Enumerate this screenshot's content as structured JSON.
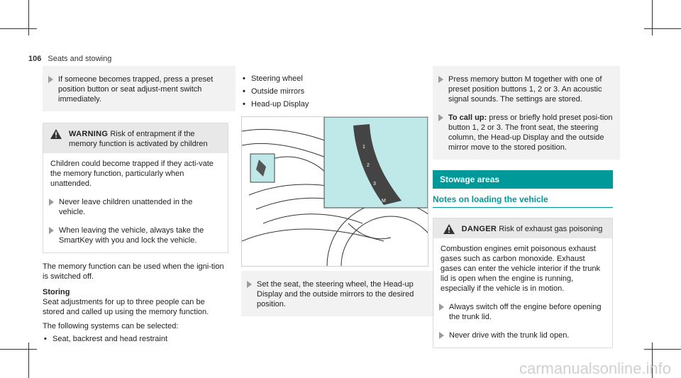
{
  "header": {
    "page_number": "106",
    "title": "Seats and stowing"
  },
  "col1": {
    "step1": "If someone becomes trapped, press a preset position button or seat adjust-ment switch immediately.",
    "warning": {
      "label": "WARNING",
      "text": "Risk of entrapment if the memory function is activated by children",
      "body": "Children could become trapped if they acti-vate the memory function, particularly when unattended.",
      "step1": "Never leave children unattended in the vehicle.",
      "step2": "When leaving the vehicle, always take the SmartKey with you and lock the vehicle."
    },
    "para1": "The memory function can be used when the igni-tion is switched off.",
    "storing_head": "Storing",
    "storing_text": "Seat adjustments for up to three people can be stored and called up using the memory function.",
    "following": "The following systems can be selected:",
    "bullet1": "Seat, backrest and head restraint"
  },
  "col2": {
    "bullets": [
      "Steering wheel",
      "Outside mirrors",
      "Head-up Display"
    ],
    "buttons": [
      "1",
      "2",
      "3",
      "M"
    ],
    "step": "Set the seat, the steering wheel, the Head-up Display and the outside mirrors to the desired position."
  },
  "col3": {
    "step1": "Press memory button M together with one of preset position buttons 1, 2 or 3. An acoustic signal sounds. The settings are stored.",
    "step2_label": "To call up:",
    "step2_text": "press or briefly hold preset posi-tion button 1, 2 or 3. The front seat, the steering column, the Head-up Display and the outside mirror move to the stored position.",
    "section_title": "Stowage areas",
    "subhead": "Notes on loading the vehicle",
    "danger": {
      "label": "DANGER",
      "text": "Risk of exhaust gas poisoning",
      "body": "Combustion engines emit poisonous exhaust gases such as carbon monoxide. Exhaust gases can enter the vehicle interior if the trunk lid is open when the engine is running, especially if the vehicle is in motion.",
      "step1": "Always switch off the engine before opening the trunk lid.",
      "step2": "Never drive with the trunk lid open."
    }
  },
  "watermark": "carmanualsonline.info",
  "colors": {
    "accent": "#009999",
    "highlight": "#bfe8e8"
  }
}
